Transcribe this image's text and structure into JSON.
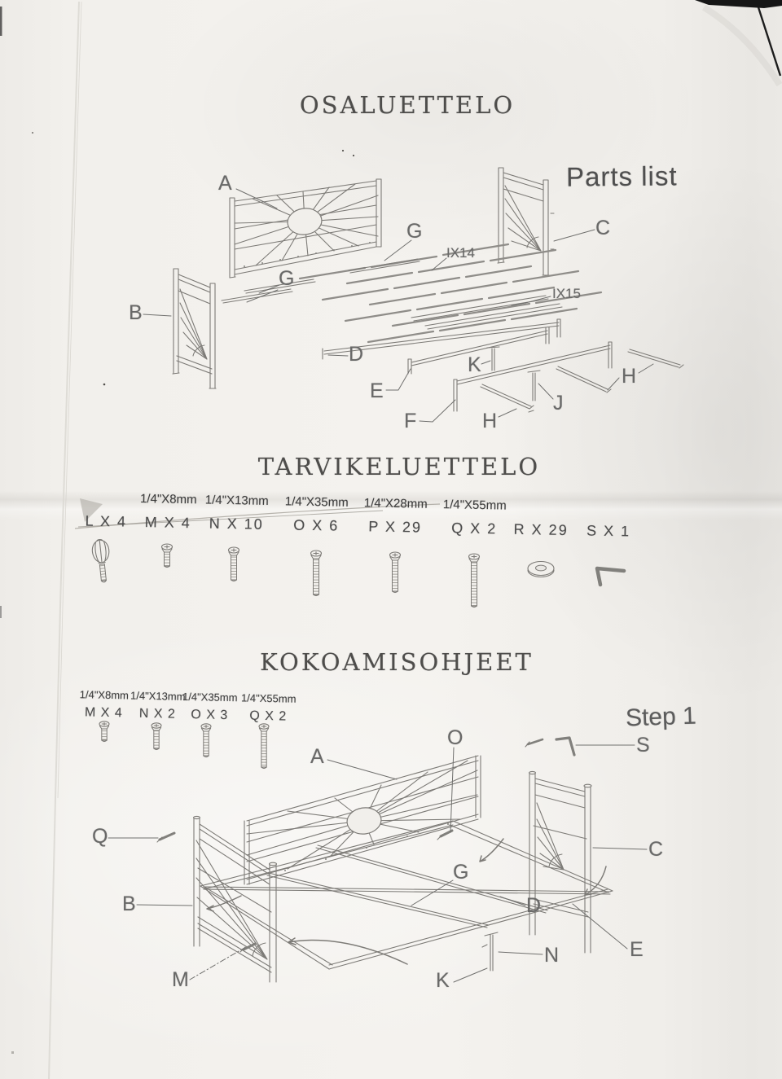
{
  "titles": {
    "parts_fi": "OSALUETTELO",
    "parts_en": "Parts list",
    "hardware_fi": "TARVIKELUETTELO",
    "assembly_fi": "KOKOAMISOHJEET",
    "step": "Step 1"
  },
  "parts_diagram": {
    "labels": {
      "a": "A",
      "b": "B",
      "c": "C",
      "d": "D",
      "e": "E",
      "f": "F",
      "g_upper": "G",
      "g_lower": "G",
      "h_front": "H",
      "h_right": "H",
      "j": "J",
      "k": "K",
      "ix14": "IX14",
      "ix15": "IX15"
    }
  },
  "hardware": {
    "items": [
      {
        "id": "L",
        "size": "",
        "label": "L X 4",
        "icon": "finial-knob-icon"
      },
      {
        "id": "M",
        "size": "1/4\"X8mm",
        "label": "M X 4",
        "icon": "screw-8mm-icon"
      },
      {
        "id": "N",
        "size": "1/4\"X13mm",
        "label": "N X 10",
        "icon": "screw-13mm-icon"
      },
      {
        "id": "O",
        "size": "1/4\"X35mm",
        "label": "O X 6",
        "icon": "screw-35mm-icon"
      },
      {
        "id": "P",
        "size": "1/4\"X28mm",
        "label": "P X 29",
        "icon": "screw-28mm-icon"
      },
      {
        "id": "Q",
        "size": "1/4\"X55mm",
        "label": "Q X 2",
        "icon": "screw-55mm-icon"
      },
      {
        "id": "R",
        "size": "",
        "label": "R X 29",
        "icon": "washer-icon"
      },
      {
        "id": "S",
        "size": "",
        "label": "S X 1",
        "icon": "allen-key-icon"
      }
    ]
  },
  "step1": {
    "hardware": [
      {
        "size": "1/4\"X8mm",
        "label": "M X 4",
        "icon": "screw-8mm-icon"
      },
      {
        "size": "1/4\"X13mm",
        "label": "N X 2",
        "icon": "screw-13mm-icon"
      },
      {
        "size": "1/4\"X35mm",
        "label": "O X 3",
        "icon": "screw-35mm-icon"
      },
      {
        "size": "1/4\"X55mm",
        "label": "Q X 2",
        "icon": "screw-55mm-icon"
      }
    ],
    "labels": {
      "a": "A",
      "b": "B",
      "c": "C",
      "d": "D",
      "e": "E",
      "g": "G",
      "k": "K",
      "m": "M",
      "n": "N",
      "o": "O",
      "q": "Q",
      "s": "S"
    }
  }
}
